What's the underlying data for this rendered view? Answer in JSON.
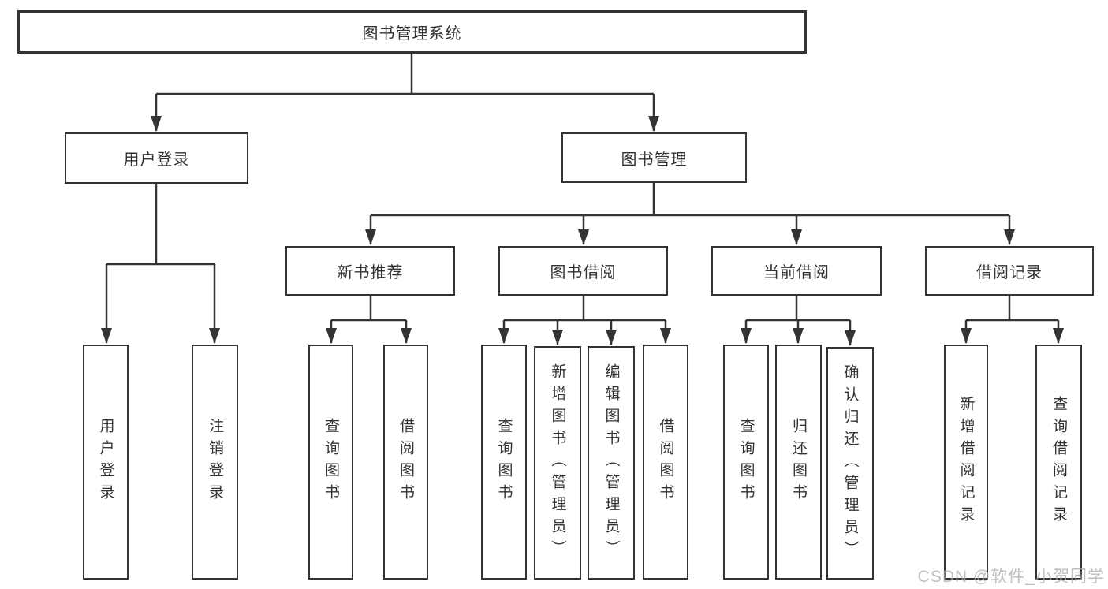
{
  "diagram": {
    "type": "hierarchy",
    "tree": {
      "label": "图书管理系统",
      "children": [
        {
          "label": "用户登录",
          "children": [
            {
              "label": "用户登录"
            },
            {
              "label": "注销登录"
            }
          ]
        },
        {
          "label": "图书管理",
          "children": [
            {
              "label": "新书推荐",
              "children": [
                {
                  "label": "查询图书"
                },
                {
                  "label": "借阅图书"
                }
              ]
            },
            {
              "label": "图书借阅",
              "children": [
                {
                  "label": "查询图书"
                },
                {
                  "label": "新增图书（管理员）"
                },
                {
                  "label": "编辑图书（管理员）"
                },
                {
                  "label": "借阅图书"
                }
              ]
            },
            {
              "label": "当前借阅",
              "children": [
                {
                  "label": "查询图书"
                },
                {
                  "label": "归还图书"
                },
                {
                  "label": "确认归还（管理员）"
                }
              ]
            },
            {
              "label": "借阅记录",
              "children": [
                {
                  "label": "新增借阅记录"
                },
                {
                  "label": "查询借阅记录"
                }
              ]
            }
          ]
        }
      ]
    },
    "colors": {
      "line": "#333333",
      "text": "#333333",
      "box_background": "#ffffff",
      "page_background": "#ffffff",
      "watermark": "#aaaaaa"
    }
  },
  "watermark": {
    "text": "CSDN @软件_小贺同学"
  }
}
